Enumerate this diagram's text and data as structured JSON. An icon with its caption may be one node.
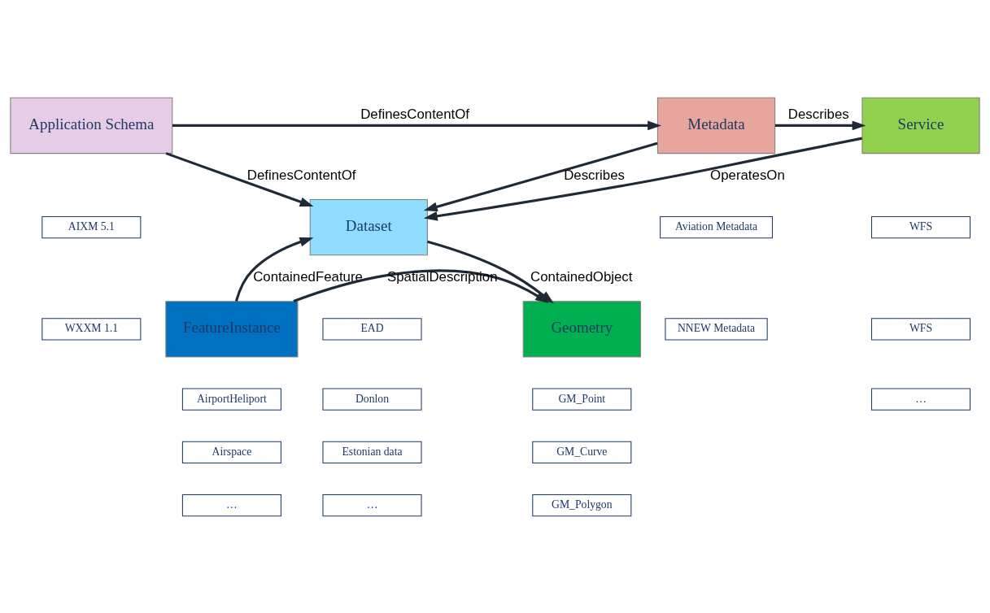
{
  "diagram": {
    "nodes": [
      {
        "text": [
          "Service"
        ]
      },
      {
        "text": [
          "Metadata"
        ]
      },
      {
        "text": [
          "Application Schema"
        ]
      },
      {
        "text": [
          "WFS"
        ]
      },
      {
        "text": [
          "WFS"
        ]
      },
      {
        "text": [
          "…"
        ]
      },
      {
        "text": [
          "Aviation Metadata"
        ]
      },
      {
        "text": [
          "NNEW Metadata"
        ]
      },
      {
        "text": [
          "AIXM 5.1"
        ]
      },
      {
        "text": [
          "WXXM 1.1"
        ]
      },
      {
        "text": [
          "Dataset"
        ]
      },
      {
        "text": [
          "EAD"
        ]
      },
      {
        "text": [
          "Donlon"
        ]
      },
      {
        "text": [
          "Estonian data"
        ]
      },
      {
        "text": [
          "…"
        ]
      },
      {
        "text": [
          "FeatureInstance"
        ]
      },
      {
        "text": [
          "Geometry"
        ]
      },
      {
        "text": [
          "AirportHeliport"
        ]
      },
      {
        "text": [
          "Airspace"
        ]
      },
      {
        "text": [
          "…"
        ]
      },
      {
        "text": [
          "GM_Point"
        ]
      },
      {
        "text": [
          "GM_Curve"
        ]
      },
      {
        "text": [
          "GM_Polygon"
        ]
      }
    ],
    "edges": [
      {
        "from": 1,
        "to": 0,
        "arrow": "to",
        "label": "Describes"
      },
      {
        "from": 2,
        "to": 1,
        "arrow": "to",
        "label": "DefinesContentOf"
      },
      {
        "from": 1,
        "to": 10,
        "arrow": "to",
        "label": "Describes"
      },
      {
        "from": 0,
        "to": 10,
        "arrow": "to",
        "label": "OperatesOn"
      },
      {
        "from": 2,
        "to": 10,
        "arrow": "to",
        "label": "DefinesContentOf"
      },
      {
        "from": 15,
        "to": 10,
        "arrow": "to",
        "label": "ContainedFeature"
      },
      {
        "from": 10,
        "to": 16,
        "arrow": "to",
        "label": "ContainedObject"
      },
      {
        "from": 15,
        "to": 16,
        "arrow": "to",
        "label": "SpatialDescription"
      }
    ]
  }
}
